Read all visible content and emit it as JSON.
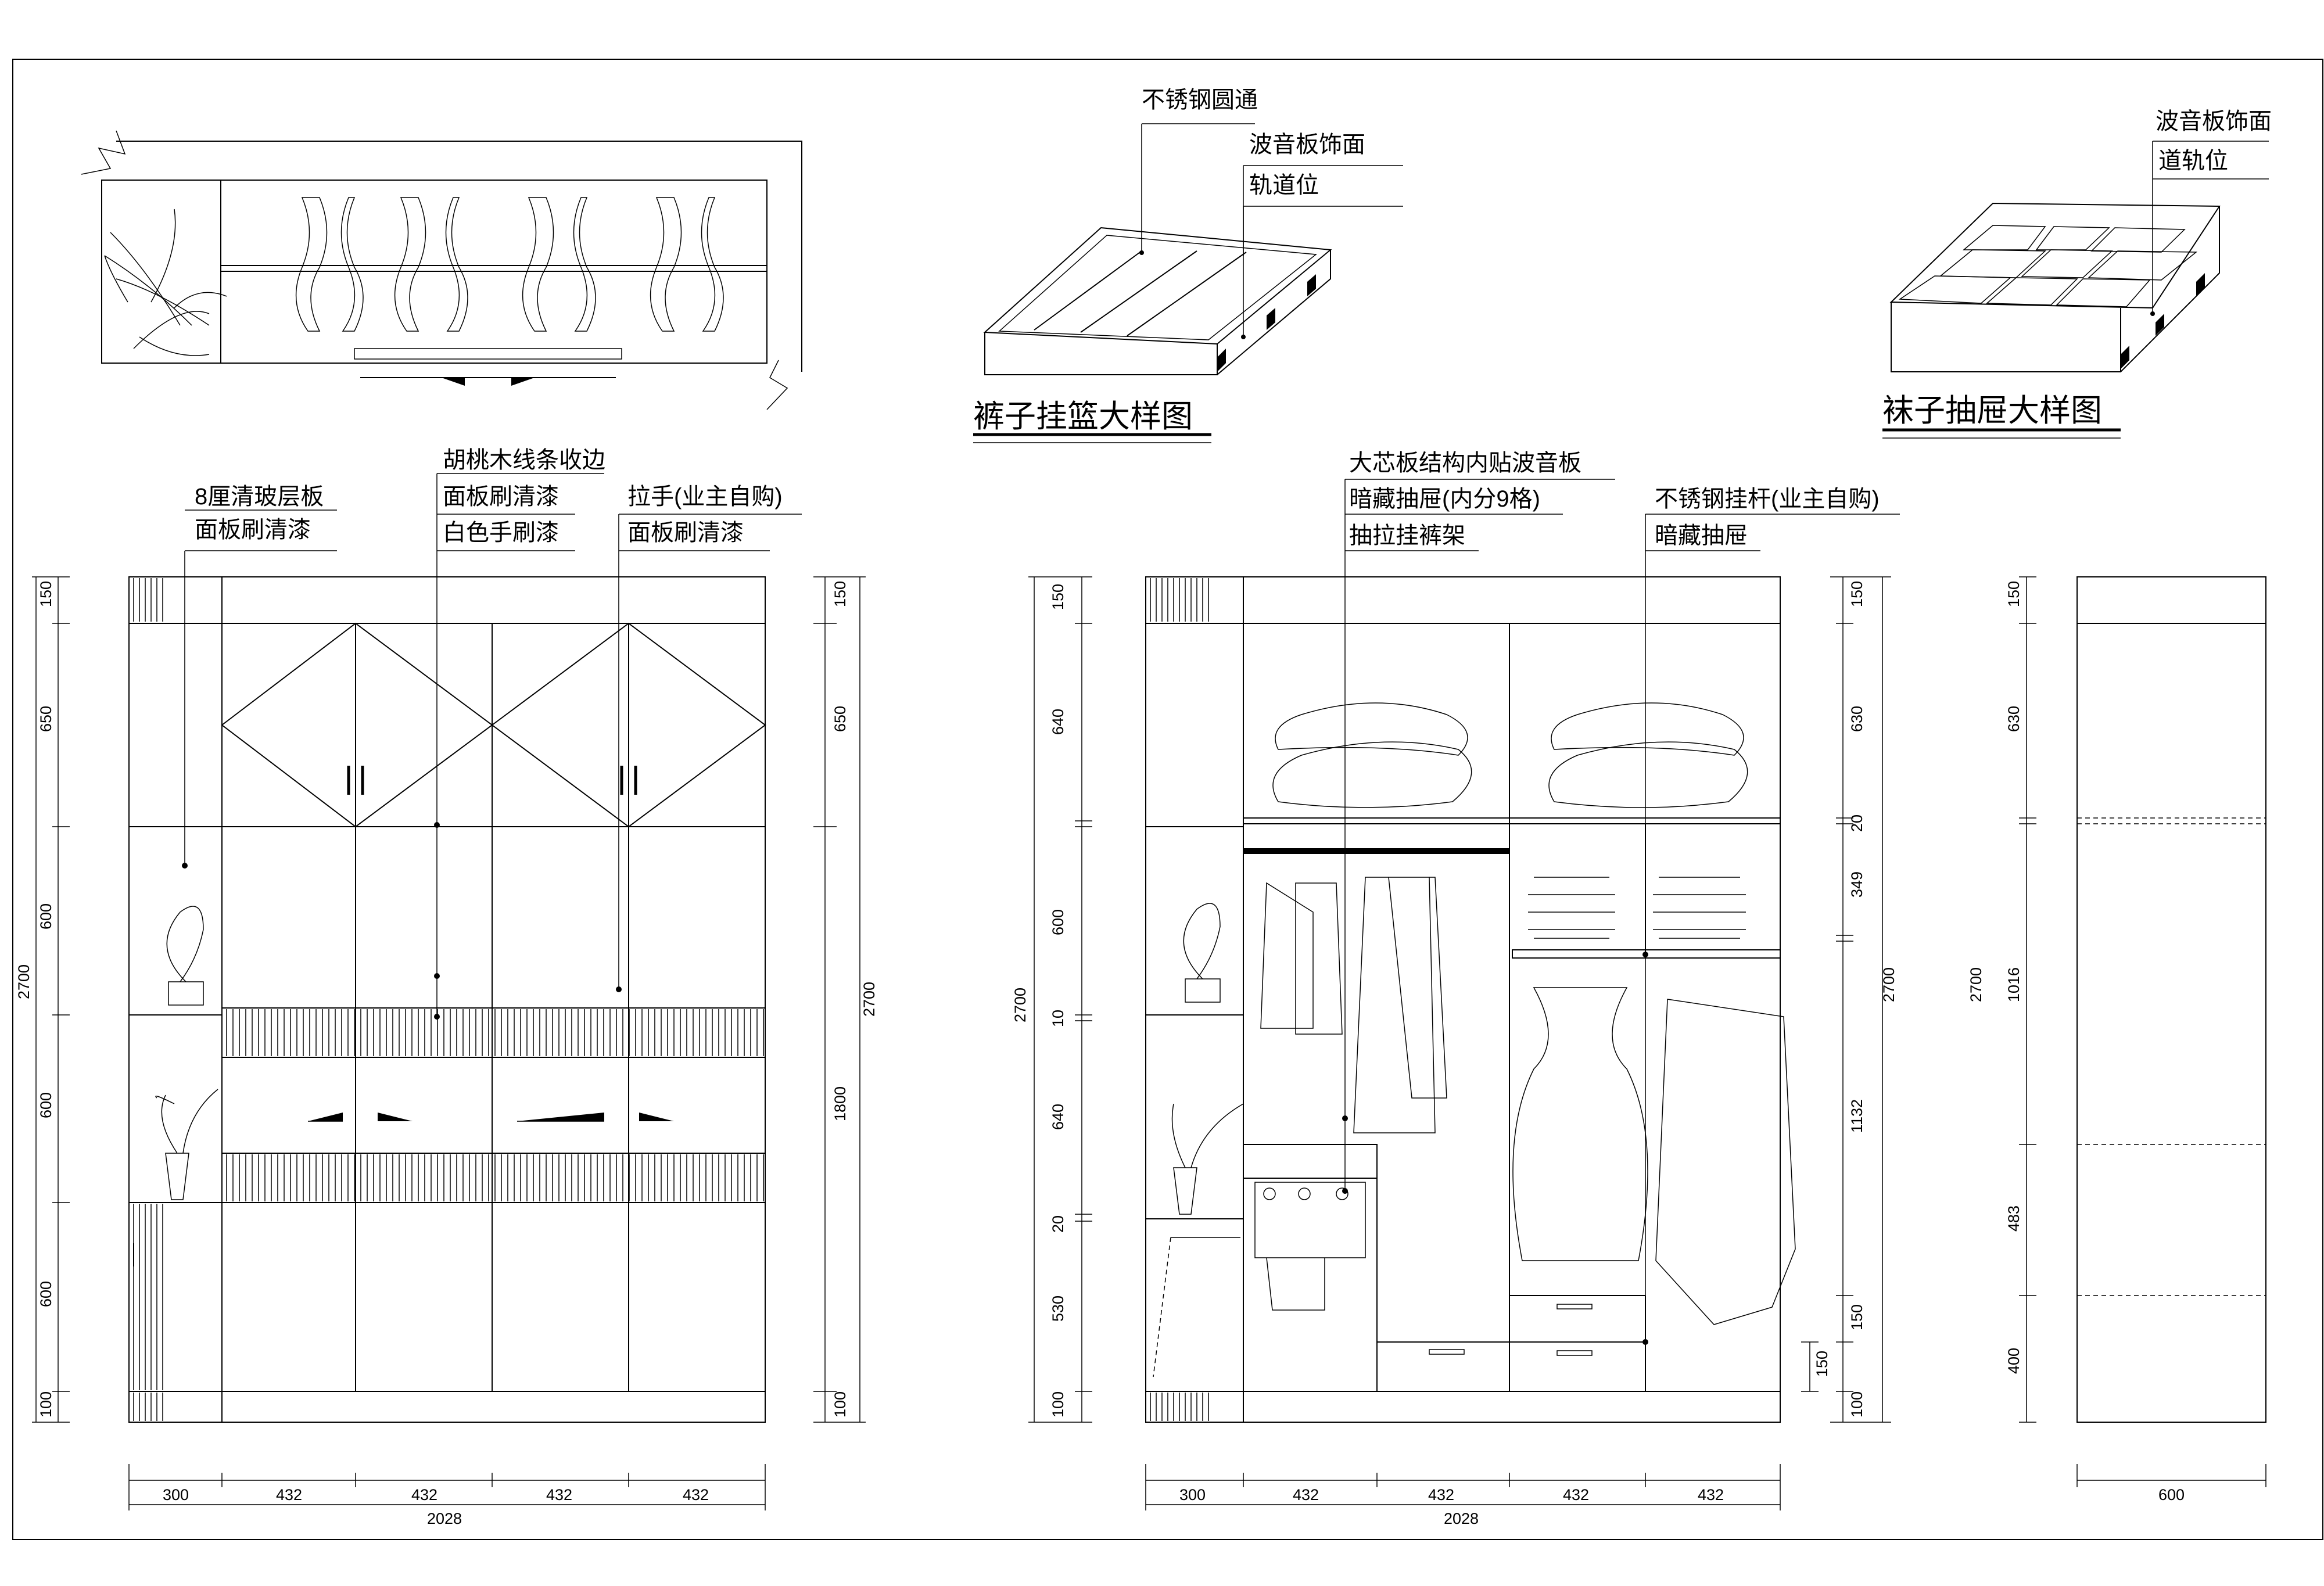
{
  "left_plan": {
    "detail_pants_basket": {
      "title": "裤子挂篮大样图",
      "labels": [
        "不锈钢圆通",
        "波音板饰面",
        "轨道位"
      ]
    },
    "detail_socks_drawer": {
      "title": "袜子抽屉大样图",
      "labels": [
        "波音板饰面",
        "道轨位"
      ]
    }
  },
  "front_elevation": {
    "labels": {
      "glass_shelf_1": "8厘清玻层板",
      "glass_shelf_2": "面板刷清漆",
      "walnut_1": "胡桃木线条收边",
      "walnut_2": "面板刷清漆",
      "walnut_3": "白色手刷漆",
      "handle_1": "拉手(业主自购)",
      "handle_2": "面板刷清漆"
    },
    "dims_left": [
      "150",
      "650",
      "600",
      "600",
      "600",
      "100"
    ],
    "dims_right": [
      "150",
      "650",
      "1800",
      "100"
    ],
    "total_height": "2700",
    "dims_bottom": [
      "300",
      "432",
      "432",
      "432",
      "432"
    ],
    "total_width": "2028"
  },
  "interior_elevation": {
    "labels": {
      "board_1": "大芯板结构内贴波音板",
      "board_2": "暗藏抽屉(内分9格)",
      "board_3": "抽拉挂裤架",
      "rod_1": "不锈钢挂杆(业主自购)",
      "rod_2": "暗藏抽屉"
    },
    "dims_left": [
      "150",
      "640",
      "600",
      "10",
      "640",
      "20",
      "530",
      "100"
    ],
    "total_height": "2700",
    "dims_right_inner": [
      "150",
      "630",
      "20",
      "349",
      "1132",
      "150",
      "100"
    ],
    "dims_right_inner2": [
      "150"
    ],
    "total_height_right": "2700",
    "dims_bottom": [
      "300",
      "432",
      "432",
      "432",
      "432"
    ],
    "total_width": "2028"
  },
  "side_elevation": {
    "dims_left": [
      "150",
      "630",
      "1016",
      "483",
      "400"
    ],
    "total_height": "2700",
    "dims_bottom": [
      "600"
    ]
  }
}
